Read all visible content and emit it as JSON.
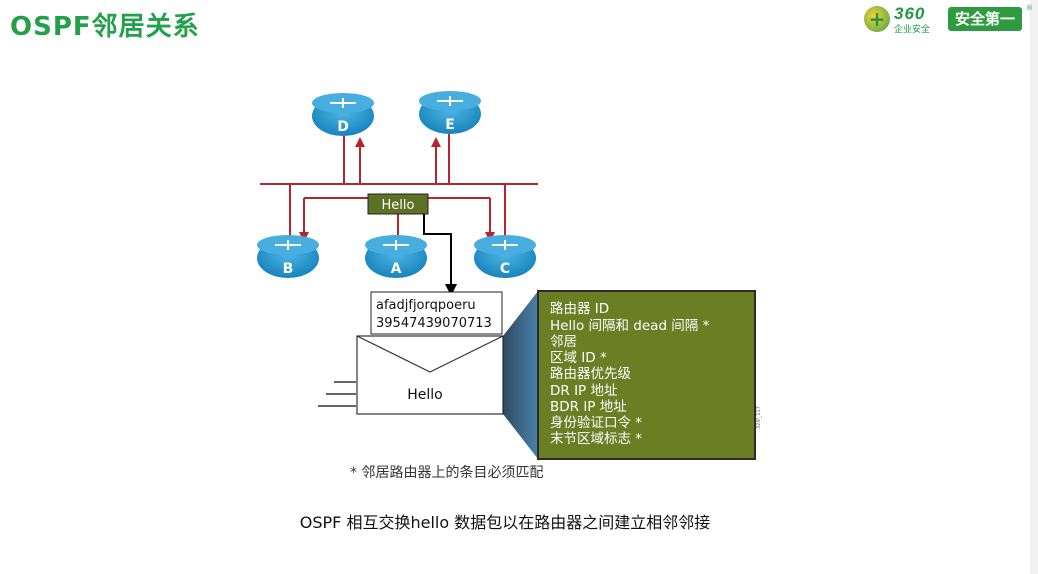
{
  "title": "OSPF邻居关系",
  "logo": {
    "number": "360",
    "sub": "企业安全",
    "badge": "安全第一",
    "reg": "®"
  },
  "diagram": {
    "routers": [
      "D",
      "E",
      "B",
      "A",
      "C"
    ],
    "hello_tag": "Hello",
    "hello_envelope": "Hello",
    "packet_lines": [
      "afadjfjorqpoeru",
      "39547439070713"
    ],
    "fields": [
      "路由器 ID",
      "Hello 间隔和 dead 间隔 *",
      "邻居",
      "区域 ID *",
      "路由器优先级",
      "DR IP 地址",
      "BDR IP 地址",
      "身份验证口令 *",
      "末节区域标志 *"
    ],
    "stamp": "32IP_117"
  },
  "colors": {
    "title_green": "#22a04a",
    "field_box": "#6b7e24",
    "hello_tag_box": "#5c7124",
    "router_blue": "#1f8fc6",
    "link_red": "#b8242b"
  },
  "footnote": "* 邻居路由器上的条目必须匹配",
  "caption": "OSPF 相互交换hello 数据包以在路由器之间建立相邻邻接"
}
